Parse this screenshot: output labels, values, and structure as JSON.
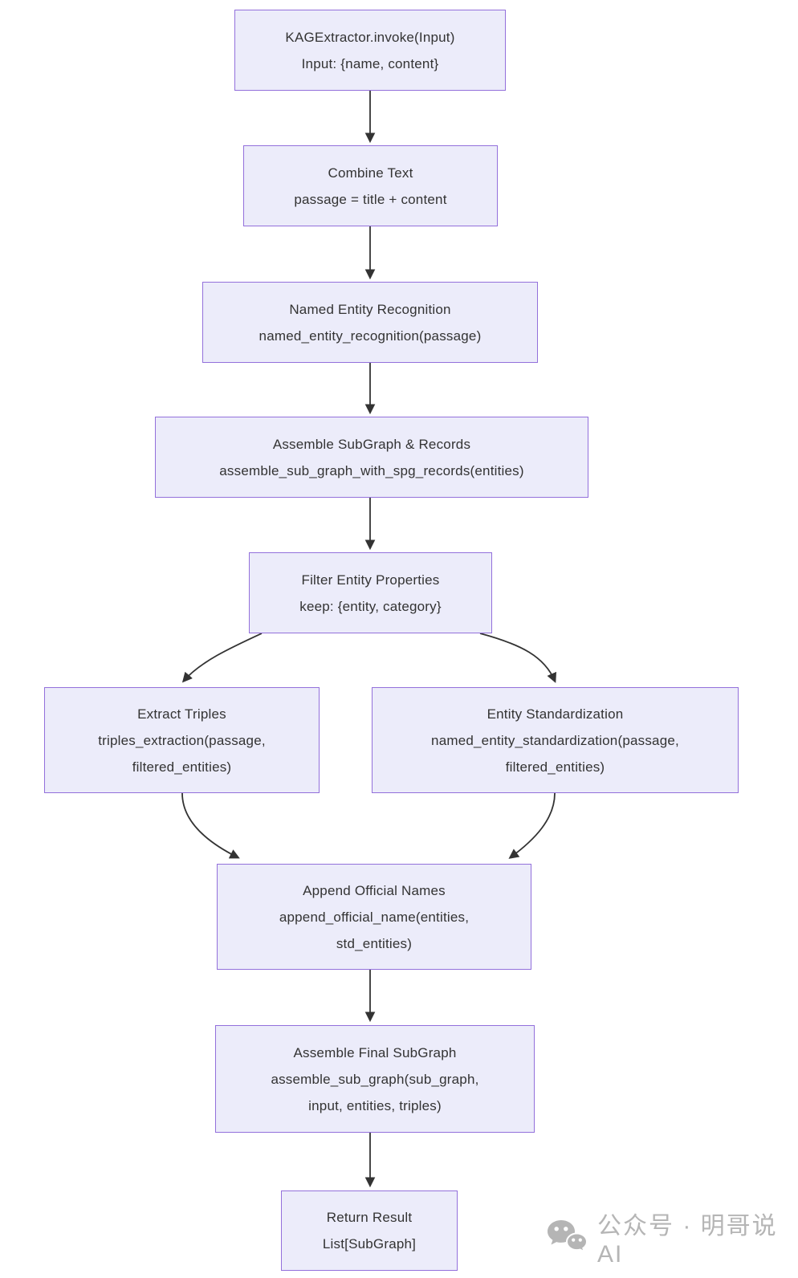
{
  "diagram": {
    "type": "flowchart",
    "direction": "top-down",
    "nodes": [
      {
        "id": "invoke",
        "lines": [
          "KAGExtractor.invoke(Input)",
          "Input: {name, content}"
        ]
      },
      {
        "id": "combine_text",
        "lines": [
          "Combine Text",
          "passage = title + content"
        ]
      },
      {
        "id": "named_entity_recognition",
        "lines": [
          "Named Entity Recognition",
          "named_entity_recognition(passage)"
        ]
      },
      {
        "id": "assemble_subgraph_records",
        "lines": [
          "Assemble SubGraph & Records",
          "assemble_sub_graph_with_spg_records(entities)"
        ]
      },
      {
        "id": "filter_entity_properties",
        "lines": [
          "Filter Entity Properties",
          "keep: {entity, category}"
        ]
      },
      {
        "id": "extract_triples",
        "lines": [
          "Extract Triples",
          "triples_extraction(passage,",
          "filtered_entities)"
        ]
      },
      {
        "id": "entity_standardization",
        "lines": [
          "Entity Standardization",
          "named_entity_standardization(passage,",
          "filtered_entities)"
        ]
      },
      {
        "id": "append_official_names",
        "lines": [
          "Append Official Names",
          "append_official_name(entities,",
          "std_entities)"
        ]
      },
      {
        "id": "assemble_final_subgraph",
        "lines": [
          "Assemble Final SubGraph",
          "assemble_sub_graph(sub_graph,",
          "input, entities, triples)"
        ]
      },
      {
        "id": "return_result",
        "lines": [
          "Return Result",
          "List[SubGraph]"
        ]
      }
    ],
    "edges": [
      {
        "from": "invoke",
        "to": "combine_text"
      },
      {
        "from": "combine_text",
        "to": "named_entity_recognition"
      },
      {
        "from": "named_entity_recognition",
        "to": "assemble_subgraph_records"
      },
      {
        "from": "assemble_subgraph_records",
        "to": "filter_entity_properties"
      },
      {
        "from": "filter_entity_properties",
        "to": "extract_triples"
      },
      {
        "from": "filter_entity_properties",
        "to": "entity_standardization"
      },
      {
        "from": "extract_triples",
        "to": "append_official_names"
      },
      {
        "from": "entity_standardization",
        "to": "append_official_names"
      },
      {
        "from": "append_official_names",
        "to": "assemble_final_subgraph"
      },
      {
        "from": "assemble_final_subgraph",
        "to": "return_result"
      }
    ]
  },
  "watermark": {
    "icon": "wechat-icon",
    "text": "公众号 · 明哥说AI"
  },
  "colors": {
    "page_bg": "#ffffff",
    "node_fill": "#ececfa",
    "node_border": "#9370db",
    "text": "#333333",
    "arrow": "#333333",
    "watermark": "#b5b5b5"
  }
}
